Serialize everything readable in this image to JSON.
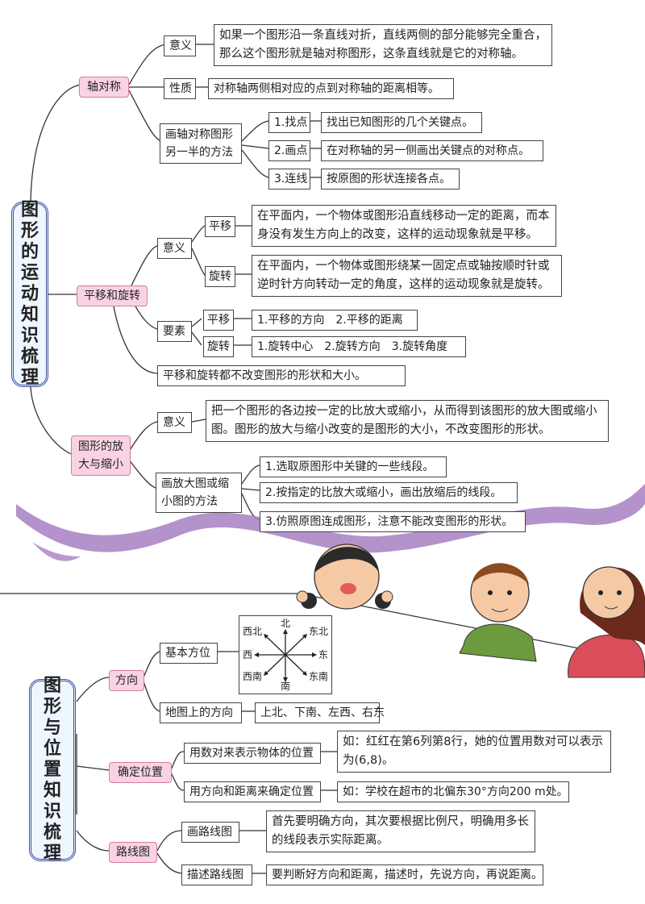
{
  "section1": {
    "title_chars": [
      "图",
      "形",
      "的",
      "运",
      "动",
      "知",
      "识",
      "梳",
      "理"
    ],
    "axis": {
      "label": "轴对称",
      "meaning_label": "意义",
      "meaning_text": "如果一个图形沿一条直线对折，直线两侧的部分能够完全重合，那么这个图形就是轴对称图形，这条直线就是它的对称轴。",
      "property_label": "性质",
      "property_text": "对称轴两侧相对应的点到对称轴的距离相等。",
      "method_label": "画轴对称图形另一半的方法",
      "steps": [
        {
          "label": "1.找点",
          "text": "找出已知图形的几个关键点。"
        },
        {
          "label": "2.画点",
          "text": "在对称轴的另一侧画出关键点的对称点。"
        },
        {
          "label": "3.连线",
          "text": "按原图的形状连接各点。"
        }
      ]
    },
    "move": {
      "label": "平移和旋转",
      "meaning_label": "意义",
      "translate_label": "平移",
      "translate_text": "在平面内，一个物体或图形沿直线移动一定的距离，而本身没有发生方向上的改变，这样的运动现象就是平移。",
      "rotate_label": "旋转",
      "rotate_text": "在平面内，一个物体或图形绕某一固定点或轴按顺时针或逆时针方向转动一定的角度，这样的运动现象就是旋转。",
      "elements_label": "要素",
      "translate_el_label": "平移",
      "translate_el_text": "1.平移的方向　2.平移的距离",
      "rotate_el_label": "旋转",
      "rotate_el_text": "1.旋转中心　2.旋转方向　3.旋转角度",
      "note": "平移和旋转都不改变图形的形状和大小。"
    },
    "scale": {
      "label": "图形的放大与缩小",
      "meaning_label": "意义",
      "meaning_text": "把一个图形的各边按一定的比放大或缩小，从而得到该图形的放大图或缩小图。图形的放大与缩小改变的是图形的大小，不改变图形的形状。",
      "method_label": "画放大图或缩小图的方法",
      "steps": [
        "1.选取原图形中关键的一些线段。",
        "2.按指定的比放大或缩小，画出放缩后的线段。",
        "3.仿照原图连成图形，注意不能改变图形的形状。"
      ]
    }
  },
  "section2": {
    "title_chars": [
      "图",
      "形",
      "与",
      "位",
      "置",
      "知",
      "识",
      "梳",
      "理"
    ],
    "direction": {
      "label": "方向",
      "basic_label": "基本方位",
      "compass": {
        "n": "北",
        "s": "南",
        "e": "东",
        "w": "西",
        "ne": "东北",
        "nw": "西北",
        "se": "东南",
        "sw": "西南"
      },
      "map_label": "地图上的方向",
      "map_text": "上北、下南、左西、右东"
    },
    "position": {
      "label": "确定位置",
      "pair_label": "用数对来表示物体的位置",
      "pair_text": "如：红红在第6列第8行，她的位置用数对可以表示为(6,8)。",
      "dir_label": "用方向和距离来确定位置",
      "dir_text": "如：学校在超市的北偏东30°方向200 m处。"
    },
    "route": {
      "label": "路线图",
      "draw_label": "画路线图",
      "draw_text": "首先要明确方向，其次要根据比例尺，明确用多长的线段表示实际距离。",
      "describe_label": "描述路线图",
      "describe_text": "要判断好方向和距离，描述时，先说方向，再说距离。"
    }
  },
  "colors": {
    "pink": "#f9d3e3",
    "purple_band": "#a77fc2",
    "title_border": "#3a4fa0"
  }
}
